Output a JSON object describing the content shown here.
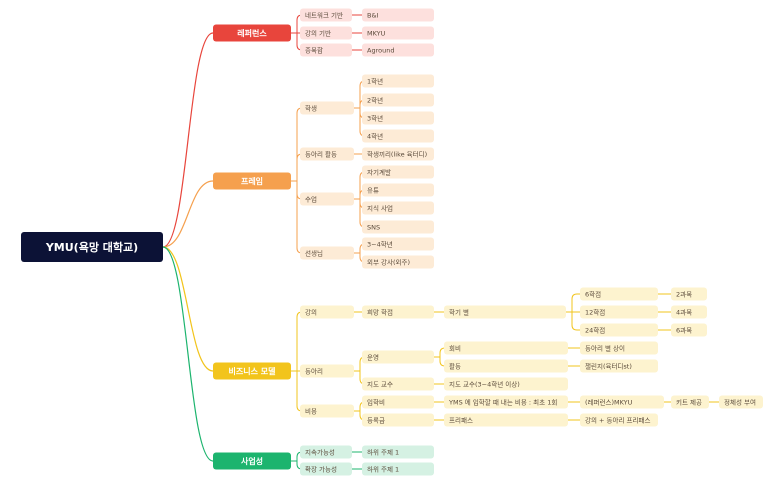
{
  "colors": {
    "root_bg": "#0c1236",
    "root_text": "#ffffff",
    "reference": "#e8453c",
    "reference_fill": "#fde0dd",
    "frame": "#f5a04e",
    "frame_fill": "#fdebd6",
    "business": "#f2c41c",
    "business_fill": "#fdf3cf",
    "viability": "#1cb46e",
    "viability_fill": "#d5f1e3",
    "leaf_text": "#5a4a3a"
  },
  "root": {
    "label": "YMU(욕망 대학교)"
  },
  "branches": [
    {
      "label": "레퍼런스",
      "color": "reference",
      "children": [
        {
          "label": "네트워크 기반",
          "children": [
            {
              "label": "B&I"
            }
          ]
        },
        {
          "label": "강의 기반",
          "children": [
            {
              "label": "MKYU"
            }
          ]
        },
        {
          "label": "종목합",
          "children": [
            {
              "label": "Aground"
            }
          ]
        }
      ]
    },
    {
      "label": "프레임",
      "color": "frame",
      "children": [
        {
          "label": "학생",
          "children": [
            {
              "label": "1학년"
            },
            {
              "label": "2학년"
            },
            {
              "label": "3학년"
            },
            {
              "label": "4학년"
            }
          ]
        },
        {
          "label": "동아리 활동",
          "children": [
            {
              "label": "학생끼리(like 육터디)"
            }
          ]
        },
        {
          "label": "수업",
          "children": [
            {
              "label": "자기계발"
            },
            {
              "label": "유튜"
            },
            {
              "label": "지식 사업"
            },
            {
              "label": "SNS"
            }
          ]
        },
        {
          "label": "선생님",
          "children": [
            {
              "label": "3~4학년"
            },
            {
              "label": "외부 강사(외주)"
            }
          ]
        }
      ]
    },
    {
      "label": "비즈니스 모델",
      "color": "business",
      "children": [
        {
          "label": "강의",
          "children": [
            {
              "label": "희망 학점",
              "children": [
                {
                  "label": "학기 별",
                  "children": [
                    {
                      "label": "6학점",
                      "children": [
                        {
                          "label": "2과목"
                        }
                      ]
                    },
                    {
                      "label": "12학점",
                      "children": [
                        {
                          "label": "4과목"
                        }
                      ]
                    },
                    {
                      "label": "24학점",
                      "children": [
                        {
                          "label": "6과목"
                        }
                      ]
                    }
                  ]
                }
              ]
            }
          ]
        },
        {
          "label": "동아리",
          "children": [
            {
              "label": "운영",
              "children": [
                {
                  "label": "회비",
                  "children": [
                    {
                      "label": "동아리 별 상이"
                    }
                  ]
                },
                {
                  "label": "활동",
                  "children": [
                    {
                      "label": "챌린지(육터디st)"
                    }
                  ]
                }
              ]
            },
            {
              "label": "지도 교수",
              "children": [
                {
                  "label": "지도 교수(3~4학년 이상)"
                }
              ]
            }
          ]
        },
        {
          "label": "비용",
          "children": [
            {
              "label": "입학비",
              "children": [
                {
                  "label": "YMS 에 입학할 때 내는 비용 : 최초 1회",
                  "children": [
                    {
                      "label": "(레퍼런스)MKYU",
                      "children": [
                        {
                          "label": "키트 제공",
                          "children": [
                            {
                              "label": "정체성 부여"
                            }
                          ]
                        }
                      ]
                    }
                  ]
                }
              ]
            },
            {
              "label": "등록금",
              "children": [
                {
                  "label": "프리패스",
                  "children": [
                    {
                      "label": "강의 + 동아리 프리패스"
                    }
                  ]
                }
              ]
            }
          ]
        }
      ]
    },
    {
      "label": "사업성",
      "color": "viability",
      "children": [
        {
          "label": "지속가능성",
          "children": [
            {
              "label": "하위 주제 1"
            }
          ]
        },
        {
          "label": "확장 가능성",
          "children": [
            {
              "label": "하위 주제 1"
            }
          ]
        }
      ]
    }
  ]
}
